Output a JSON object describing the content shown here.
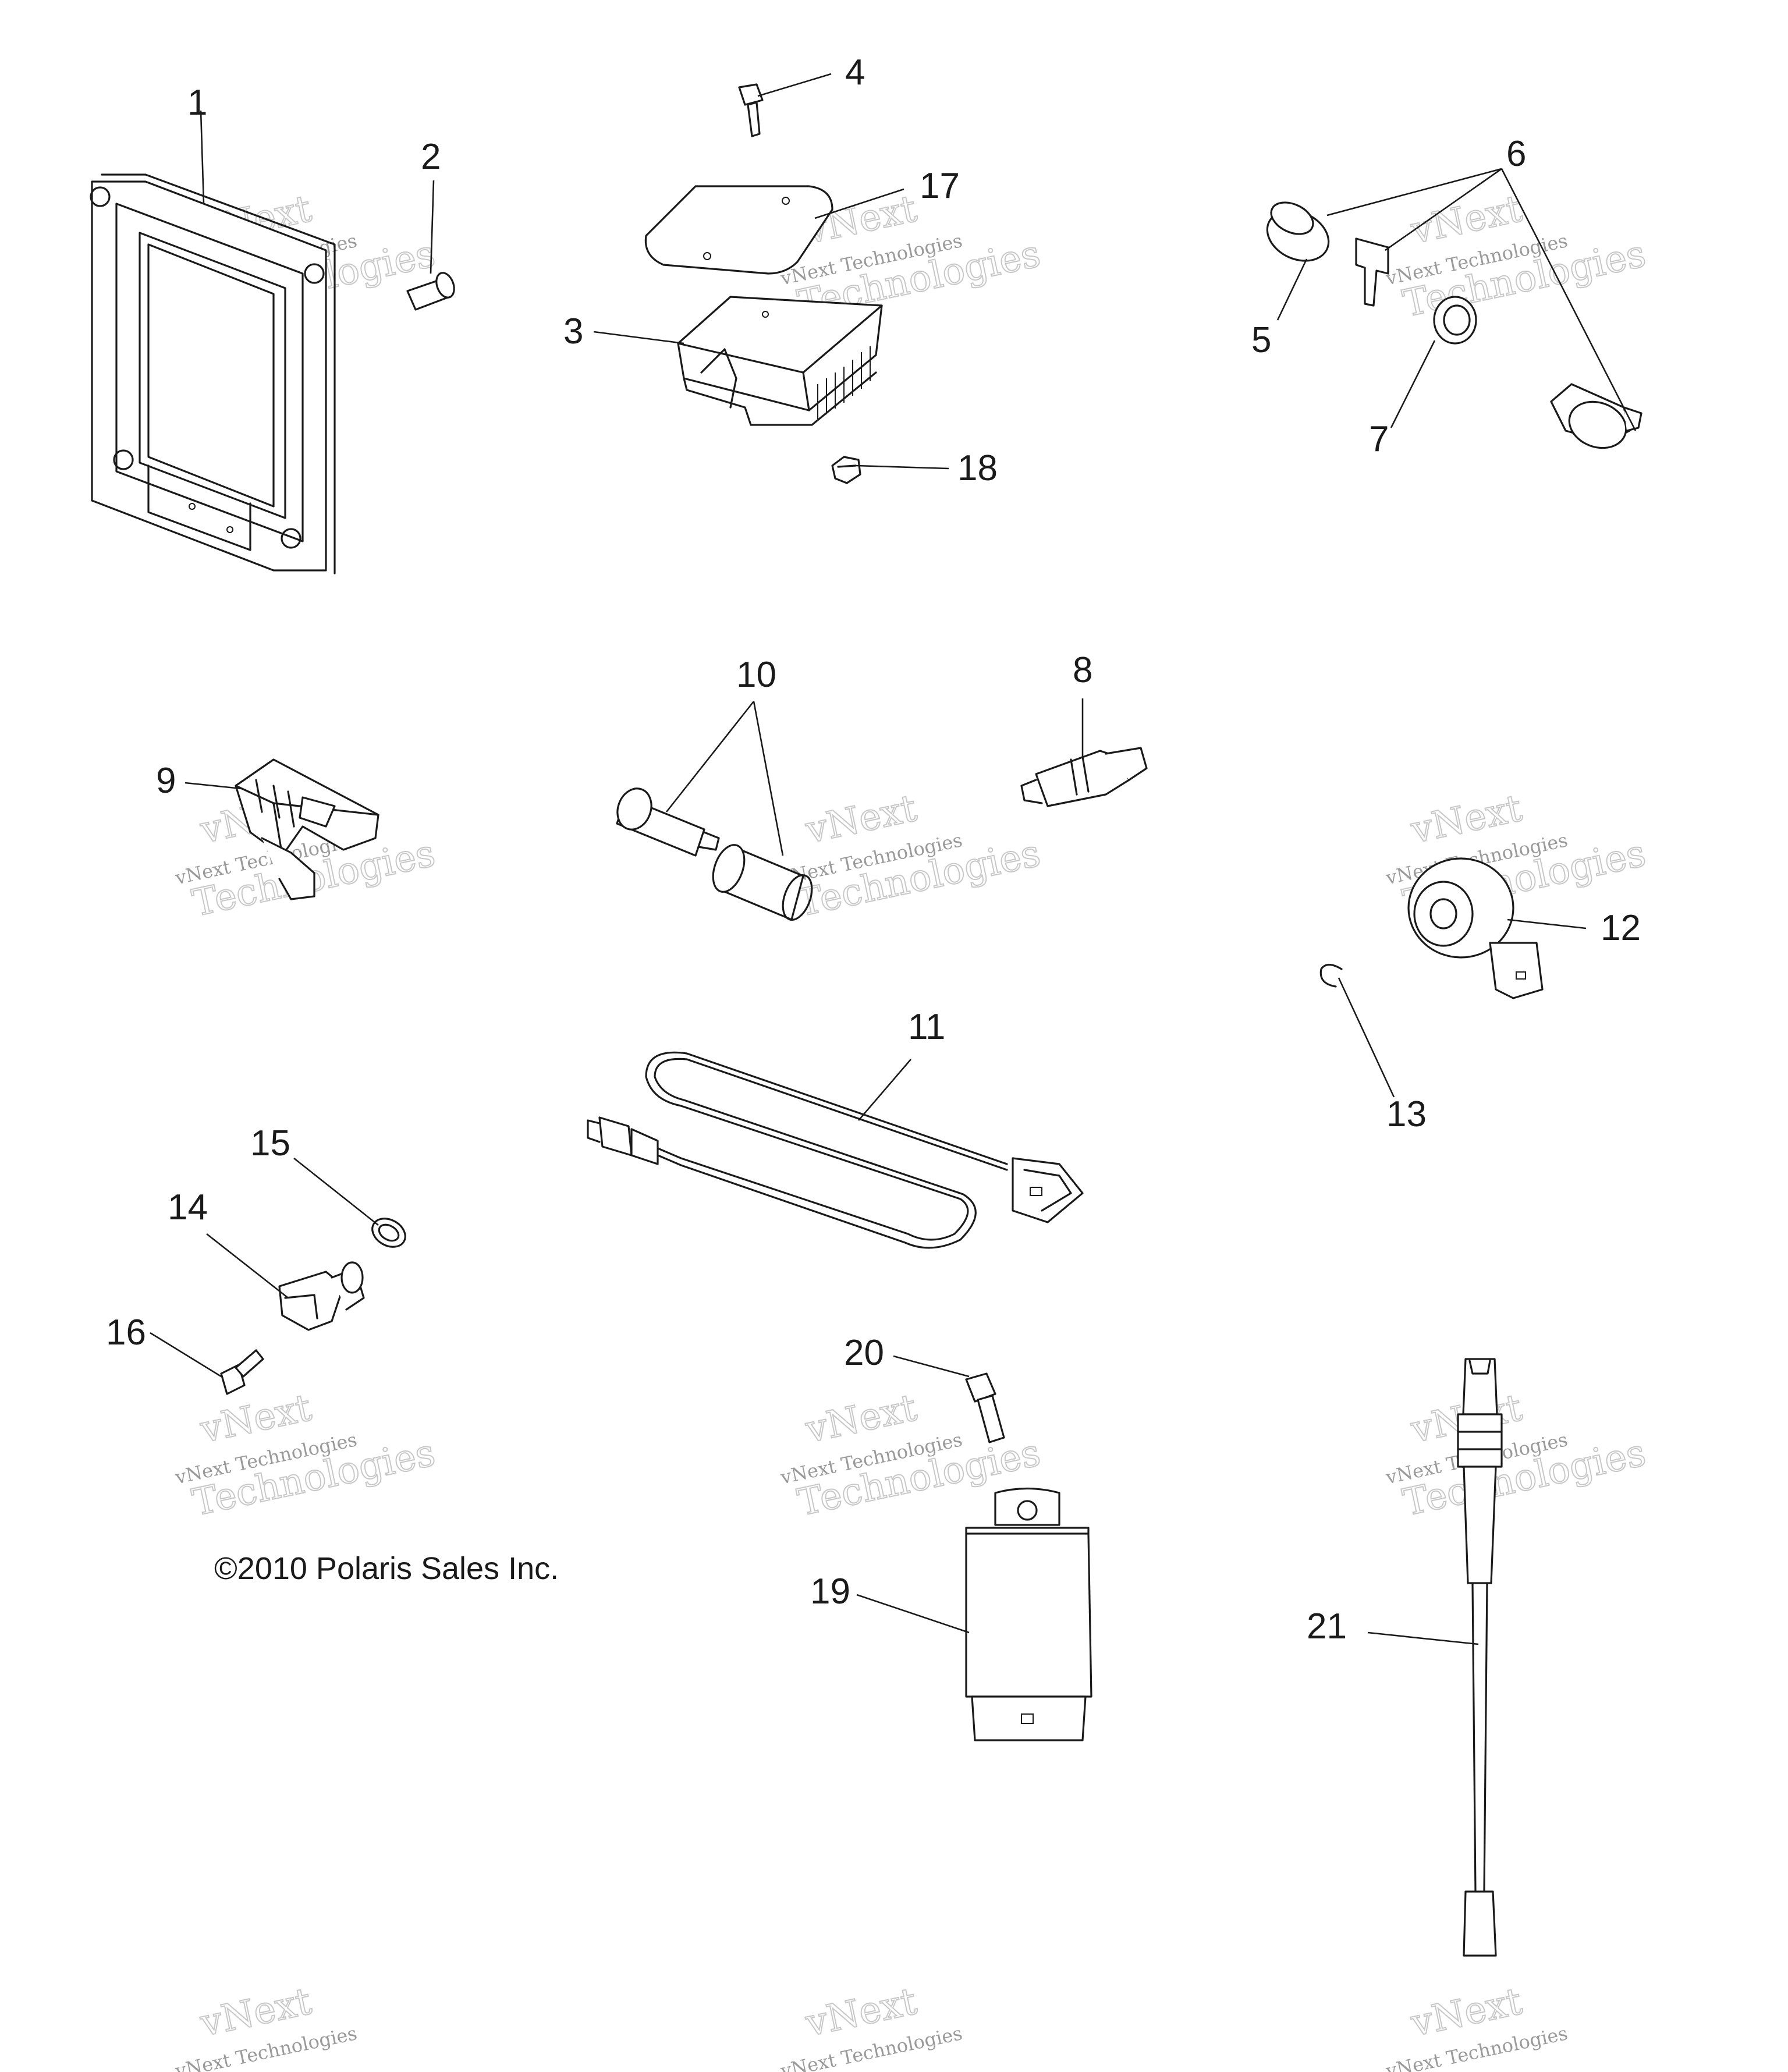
{
  "copyright": "©2010 Polaris Sales Inc.",
  "watermark": {
    "line1": "vNext Technologies",
    "line2": "vNext",
    "line3": "Technologies"
  },
  "callouts": [
    "1",
    "2",
    "3",
    "4",
    "5",
    "6",
    "7",
    "8",
    "9",
    "10",
    "11",
    "12",
    "13",
    "14",
    "15",
    "16",
    "17",
    "18",
    "19",
    "20",
    "21"
  ]
}
